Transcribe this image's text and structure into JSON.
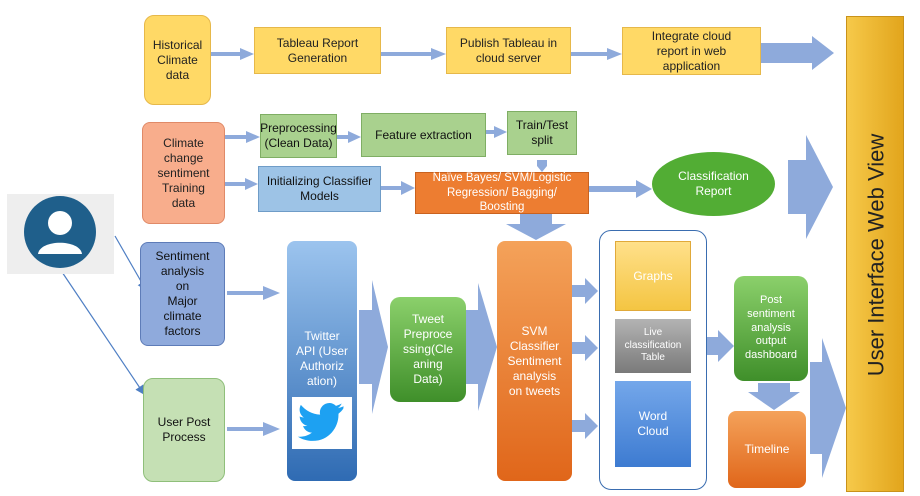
{
  "nodes": {
    "historical": "Historical\nClimate\ndata",
    "tableau_report": "Tableau Report\nGeneration",
    "publish_tableau": "Publish Tableau in\ncloud server",
    "integrate_cloud": "Integrate cloud\nreport in web\napplication",
    "climate_sentiment": "Climate\nchange\nsentiment\nTraining\ndata",
    "preprocessing": "Preprocessing\n(Clean Data)",
    "feature_extraction": "Feature extraction",
    "train_test": "Train/Test\nsplit",
    "init_classifier": "Initializing Classifier\nModels",
    "classifiers": "Naïve Bayes/ SVM/Logistic\nRegression/ Bagging/\nBoosting",
    "classification_report": "Classification\nReport",
    "sentiment_major": "Sentiment\nanalysis\non\nMajor\nclimate\nfactors",
    "user_post": "User Post\nProcess",
    "twitter_api": "Twitter\nAPI (User\nAuthoriz\nation)",
    "tweet_preprocess": "Tweet\nPreproce\nssing(Cle\naning\nData)",
    "svm_classifier": "SVM\nClassifier\nSentiment\nanalysis\non tweets",
    "graphs": "Graphs",
    "live_table": "Live\nclassification\nTable",
    "word_cloud": "Word\nCloud",
    "post_dashboard": "Post\nsentiment\nanalysis\noutput\ndashboard",
    "timeline": "Timeline",
    "web_view": "User Interface Web View"
  },
  "icons": {
    "user": "user-avatar-icon",
    "twitter": "twitter-bird-icon"
  },
  "colors": {
    "arrow": "#8eaadb",
    "yellow": "#ffd966",
    "salmon": "#f8ad8c",
    "green": "#a9d18e",
    "blue": "#9dc3e6",
    "orange": "#ed7d31",
    "user_icon": "#1f5f8b",
    "twitter": "#1da1f2"
  }
}
